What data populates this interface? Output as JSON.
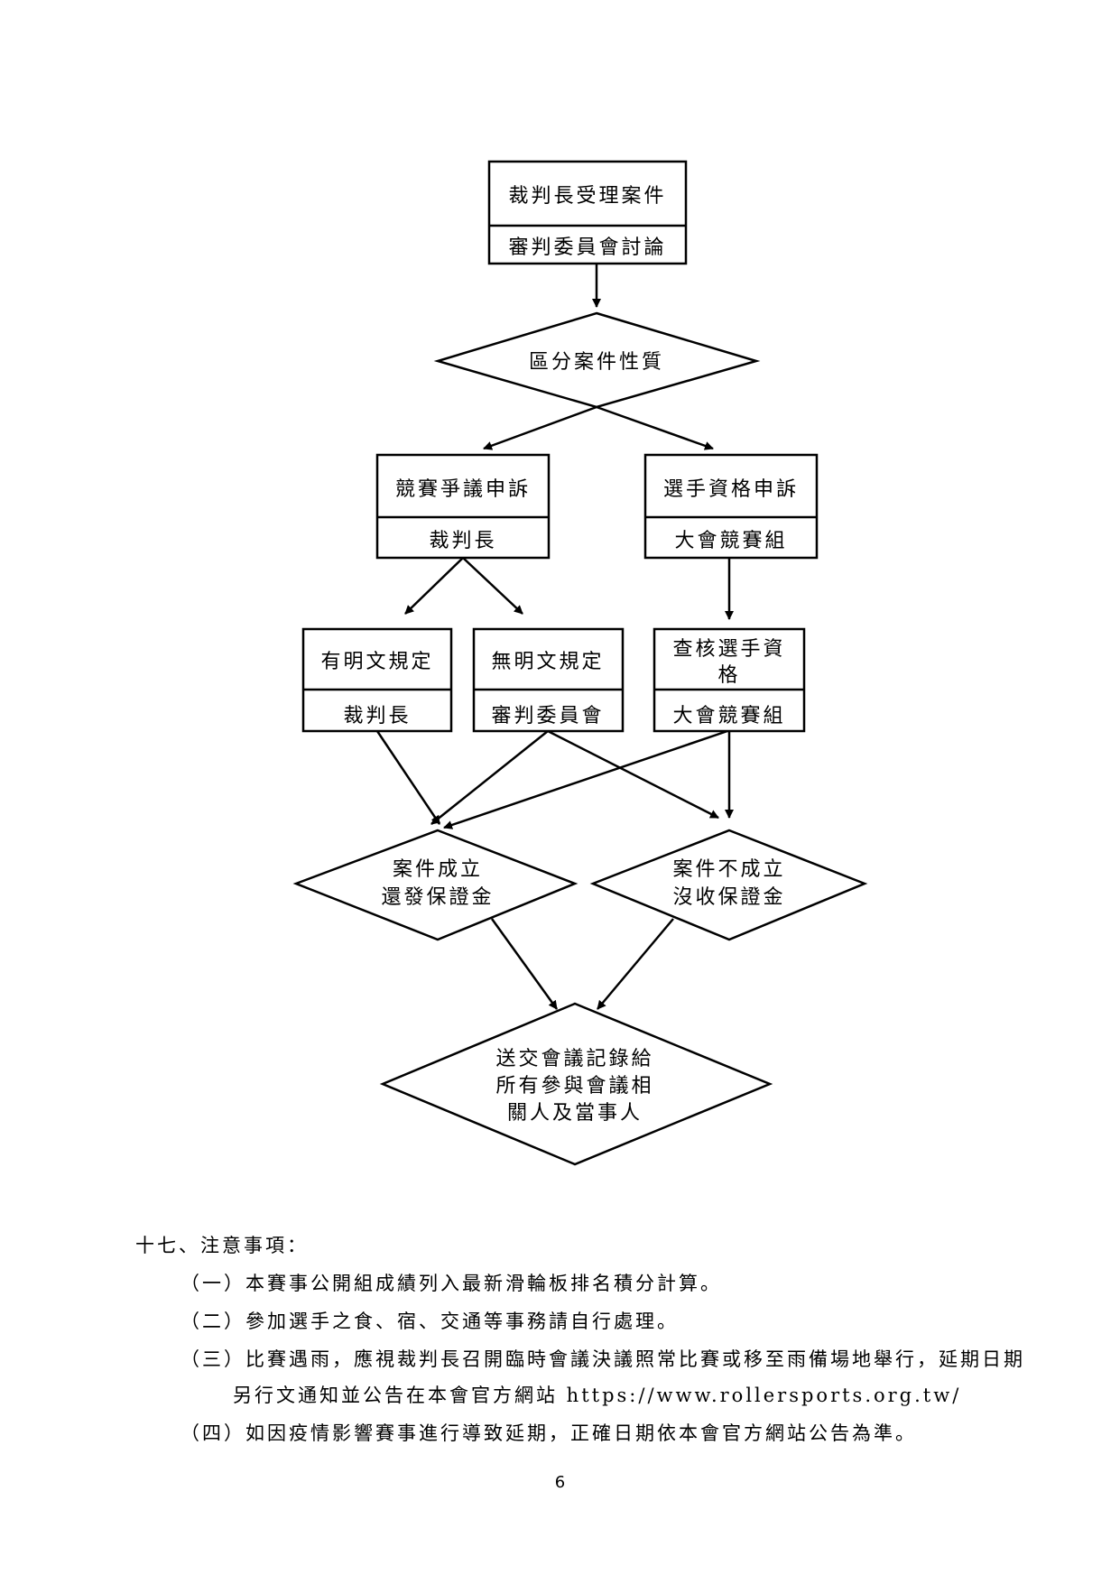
{
  "flowchart": {
    "receive_case": "裁判長受理案件",
    "committee_discuss": "審判委員會討論",
    "classify": "區分案件性質",
    "competition_dispute": "競賽爭議申訴",
    "competition_dispute_handler": "裁判長",
    "athlete_qualification": "選手資格申訴",
    "athlete_qualification_handler": "大會競賽組",
    "explicit_rule": "有明文規定",
    "explicit_rule_handler": "裁判長",
    "no_explicit_rule": "無明文規定",
    "no_explicit_rule_handler": "審判委員會",
    "verify_line1": "查核選手資",
    "verify_line2": "格",
    "verify_handler": "大會競賽組",
    "upheld_line1": "案件成立",
    "upheld_line2": "還發保證金",
    "rejected_line1": "案件不成立",
    "rejected_line2": "沒收保證金",
    "minutes_line1": "送交會議記錄給",
    "minutes_line2": "所有參與會議相",
    "minutes_line3": "關人及當事人"
  },
  "notes": {
    "title": "十七、注意事項：",
    "items": [
      "（一）本賽事公開組成績列入最新滑輪板排名積分計算。",
      "（二）參加選手之食、宿、交通等事務請自行處理。",
      "（三）比賽遇雨，應視裁判長召開臨時會議決議照常比賽或移至雨備場地舉行，延期日期另行文通知並公告在本會官方網站 https://www.rollersports.org.tw/",
      "（四）如因疫情影響賽事進行導致延期，正確日期依本會官方網站公告為準。"
    ]
  },
  "page_number": "6"
}
